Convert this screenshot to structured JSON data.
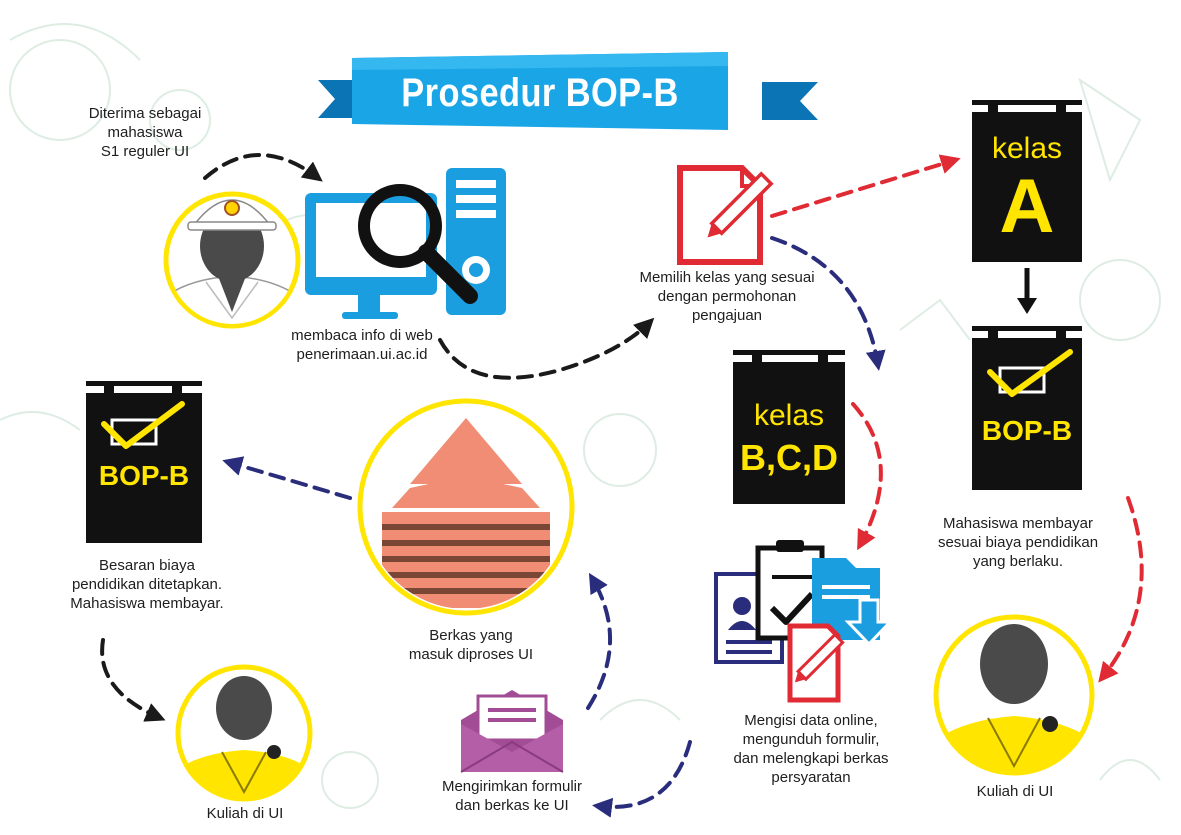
{
  "title": "Prosedur BOP-B",
  "colors": {
    "banner": "#1aa6e6",
    "banner_dark": "#0b74b5",
    "monitor": "#1b9ee0",
    "red_arrow": "#e02b34",
    "navy_arrow": "#2a2d7c",
    "black_arrow": "#1a1a1a",
    "yellow": "#ffe500",
    "envelope": "#a24c96",
    "building_roof": "#f08d74",
    "building_floor": "#7a4636"
  },
  "icons": {
    "student_hat": "student-helmet-icon",
    "computer": "computer-magnifier-icon",
    "document": "document-pencil-icon",
    "clipboard": "clipboard-folder-icon",
    "envelope": "envelope-icon",
    "building": "building-icon",
    "student_yellow": "student-yellow-jacket-icon"
  },
  "captions": {
    "accepted": "Diterima sebagai\nmahasiswa\nS1 reguler UI",
    "read_info": "membaca info di web\npenerimaan.ui.ac.id",
    "choose_class": "Memilih kelas yang sesuai\ndengan permohonan\npengajuan",
    "pay_right": "Mahasiswa membayar\nsesuai biaya pendidikan\nyang berlaku.",
    "fee_set": "Besaran biaya\npendidikan ditetapkan.\nMahasiswa membayar.",
    "processed": "Berkas yang\nmasuk diproses UI",
    "fill_online": "Mengisi data online,\nmengunduh formulir,\ndan melengkapi berkas\npersyaratan",
    "send_form": "Mengirimkan formulir\ndan berkas ke UI",
    "study_left": "Kuliah di UI",
    "study_right": "Kuliah di UI"
  },
  "cards": {
    "class_a_label": "kelas",
    "class_a_value": "A",
    "class_bcd_label": "kelas",
    "class_bcd_value": "B,C,D",
    "bop_right": "BOP-B",
    "bop_left": "BOP-B"
  }
}
